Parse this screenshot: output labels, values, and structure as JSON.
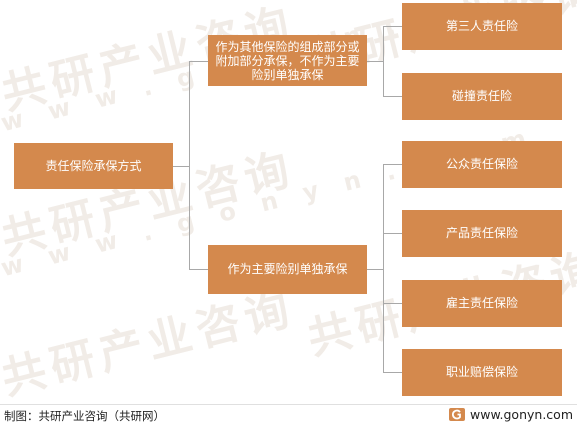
{
  "watermark": {
    "brand_cn": "共研产业咨询",
    "brand_en": "w w w . g o n y n . c o m"
  },
  "diagram": {
    "root": "责任保险承保方式",
    "branches": [
      {
        "label": "作为其他保险的组成部分或附加部分承保，不作为主要险别单独承保",
        "children": [
          "第三人责任险",
          "碰撞责任险"
        ]
      },
      {
        "label": "作为主要险别单独承保",
        "children": [
          "公众责任保险",
          "产品责任保险",
          "雇主责任保险",
          "职业赔偿保险"
        ]
      }
    ]
  },
  "footer": {
    "credit": "制图：共研产业咨询（共研网）",
    "website": "www.gonyn.com",
    "logo_icon": "gonyn-logo-icon"
  },
  "colors": {
    "box_fill": "#d4894d",
    "box_text": "#ffffff",
    "connector": "#a8a8a8"
  }
}
